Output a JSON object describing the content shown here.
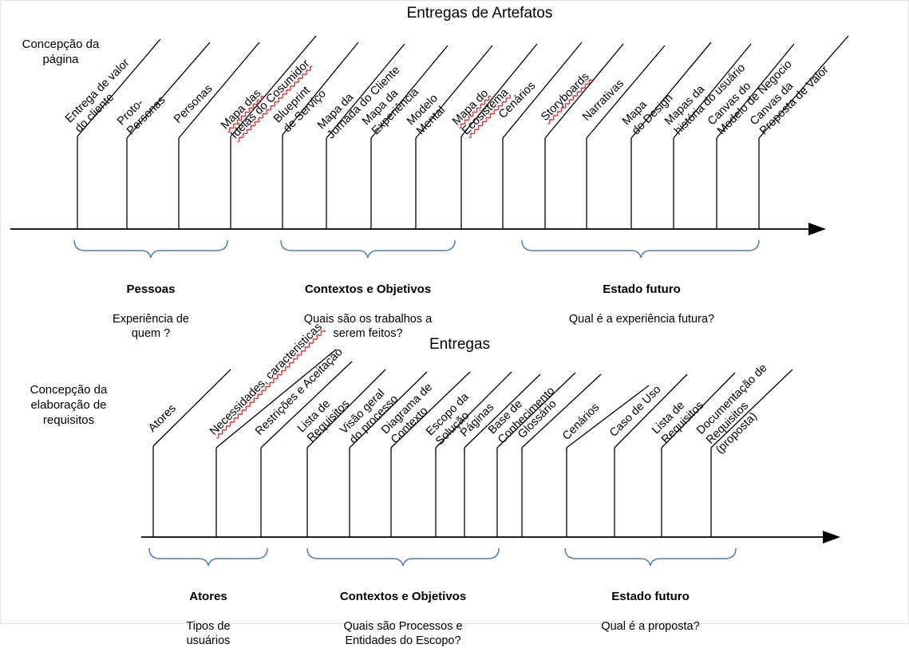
{
  "page": {
    "background": "#ffffff",
    "line_color": "#000000",
    "brace_color": "#4f7fb5",
    "spell_underline_color": "#dd3333"
  },
  "charts": [
    {
      "id": "artefatos",
      "title": "Entregas de Artefatos",
      "axis_caption": "Concepção da\npágina",
      "items": [
        {
          "label": "Entrega de valor\ndo cliente",
          "spellcheck": false
        },
        {
          "label": "Proto-\nPersonas",
          "spellcheck": false
        },
        {
          "label": "Personas",
          "spellcheck": false
        },
        {
          "label": "Mapa das\nIdéias do Cosumidor",
          "spellcheck": true
        },
        {
          "label": "Blueprint\nde Serviço",
          "spellcheck": false
        },
        {
          "label": "Mapa da\nJornada do Cliente",
          "spellcheck": false
        },
        {
          "label": "Mapa da\nExperiência",
          "spellcheck": false
        },
        {
          "label": "Modelo\nMental",
          "spellcheck": false
        },
        {
          "label": "Mapa do\nEcosistema",
          "spellcheck": true
        },
        {
          "label": "Cenários",
          "spellcheck": false
        },
        {
          "label": "Storyboards",
          "spellcheck": true
        },
        {
          "label": "Narrativas",
          "spellcheck": false
        },
        {
          "label": "Mapa\ndo Design",
          "spellcheck": false
        },
        {
          "label": "Mapas da\nhistória do usuário",
          "spellcheck": false
        },
        {
          "label": "Canvas do\nModelo de Negocio",
          "spellcheck": false
        },
        {
          "label": "Canvas da\nProposta de Valor",
          "spellcheck": false
        }
      ],
      "groups": [
        {
          "title": "Pessoas",
          "subtitle": "Experiência de\nquem ?"
        },
        {
          "title": "Contextos e Objetivos",
          "subtitle": "Quais são os trabalhos a\nserem feitos?"
        },
        {
          "title": "Estado futuro",
          "subtitle": "Qual é a experiência futura?"
        }
      ]
    },
    {
      "id": "requisitos",
      "title": "Entregas",
      "axis_caption": "Concepção da\nelaboração de\nrequisitos",
      "items": [
        {
          "label": "Atores",
          "spellcheck": false
        },
        {
          "label": "Necessidades, caracteristicas",
          "spellcheck": true
        },
        {
          "label": "Restrições e Aceitação",
          "spellcheck": false
        },
        {
          "label": "Lista de\nRequisitos",
          "spellcheck": false
        },
        {
          "label": "Visão geral\ndo processo",
          "spellcheck": false
        },
        {
          "label": "Diagrama de\nContexto",
          "spellcheck": false
        },
        {
          "label": "Escopo da\nSolução",
          "spellcheck": false
        },
        {
          "label": "Páginas",
          "spellcheck": false
        },
        {
          "label": "Base de\nConhecimento",
          "spellcheck": false
        },
        {
          "label": "Glossário",
          "spellcheck": false
        },
        {
          "label": "Cenários",
          "spellcheck": false
        },
        {
          "label": "Caso de Uso",
          "spellcheck": false
        },
        {
          "label": "Lista de\nRequisitos",
          "spellcheck": false
        },
        {
          "label": "Documentação de\nRequisitos\n(proposta)",
          "spellcheck": false
        }
      ],
      "groups": [
        {
          "title": "Atores",
          "subtitle": "Tipos de\nusuários"
        },
        {
          "title": "Contextos e Objetivos",
          "subtitle": "Quais são Processos e\nEntidades do Escopo?"
        },
        {
          "title": "Estado futuro",
          "subtitle": "Qual é a proposta?"
        }
      ]
    }
  ]
}
